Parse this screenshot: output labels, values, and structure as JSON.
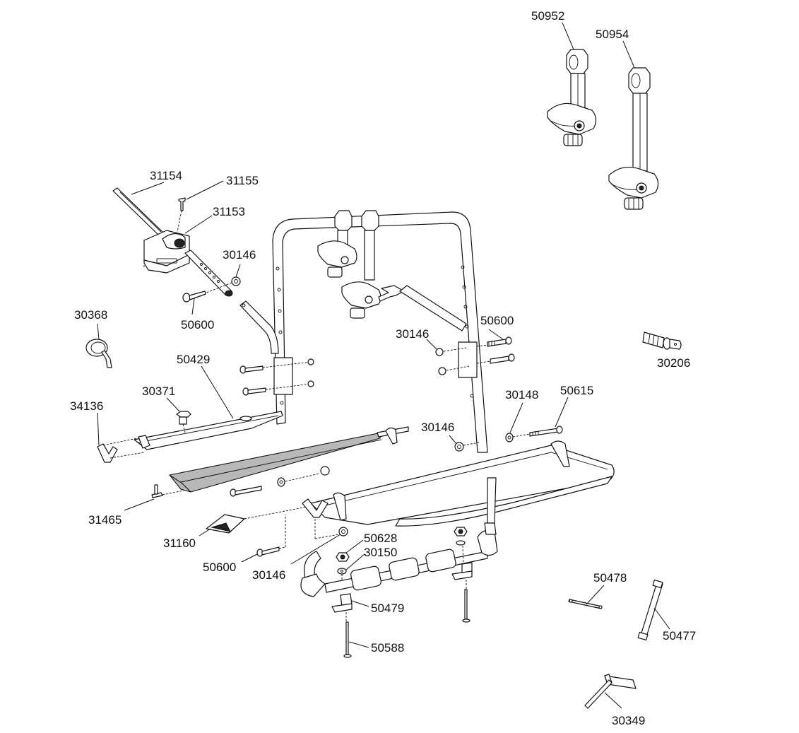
{
  "diagram": {
    "title": "Bike rack exploded parts diagram",
    "parts": [
      {
        "id": "50952",
        "description": "short frame holder arm"
      },
      {
        "id": "50954",
        "description": "long frame holder arm"
      },
      {
        "id": "31154",
        "description": "strap"
      },
      {
        "id": "31155",
        "description": "screw"
      },
      {
        "id": "31153",
        "description": "lock block"
      },
      {
        "id": "30146",
        "description": "nut"
      },
      {
        "id": "50600",
        "description": "bolt"
      },
      {
        "id": "30368",
        "description": "strap loop"
      },
      {
        "id": "50429",
        "description": "wheel channel"
      },
      {
        "id": "30371",
        "description": "knob"
      },
      {
        "id": "34136",
        "description": "channel end clip"
      },
      {
        "id": "31465",
        "description": "T-bolt"
      },
      {
        "id": "31160",
        "description": "pad"
      },
      {
        "id": "30148",
        "description": "washer"
      },
      {
        "id": "50615",
        "description": "long bolt"
      },
      {
        "id": "30206",
        "description": "lock cylinder with key"
      },
      {
        "id": "50628",
        "description": "lock nut"
      },
      {
        "id": "30150",
        "description": "washer"
      },
      {
        "id": "50479",
        "description": "bracket"
      },
      {
        "id": "50588",
        "description": "long screw"
      },
      {
        "id": "50478",
        "description": "pin"
      },
      {
        "id": "50477",
        "description": "box spanner"
      },
      {
        "id": "30349",
        "description": "T-hex key"
      }
    ],
    "labels": {
      "l50952": "50952",
      "l50954": "50954",
      "l31154": "31154",
      "l31155": "31155",
      "l31153": "31153",
      "l30146a": "30146",
      "l50600a": "50600",
      "l30368": "30368",
      "l50429": "50429",
      "l30371": "30371",
      "l34136": "34136",
      "l30146b": "30146",
      "l50600b": "50600",
      "l30206": "30206",
      "l30148": "30148",
      "l50615": "50615",
      "l30146c": "30146",
      "l31465": "31465",
      "l31160": "31160",
      "l50600c": "50600",
      "l30146d": "30146",
      "l50628": "50628",
      "l30150": "30150",
      "l50479": "50479",
      "l50588": "50588",
      "l50478": "50478",
      "l50477": "50477",
      "l30349": "30349"
    }
  }
}
